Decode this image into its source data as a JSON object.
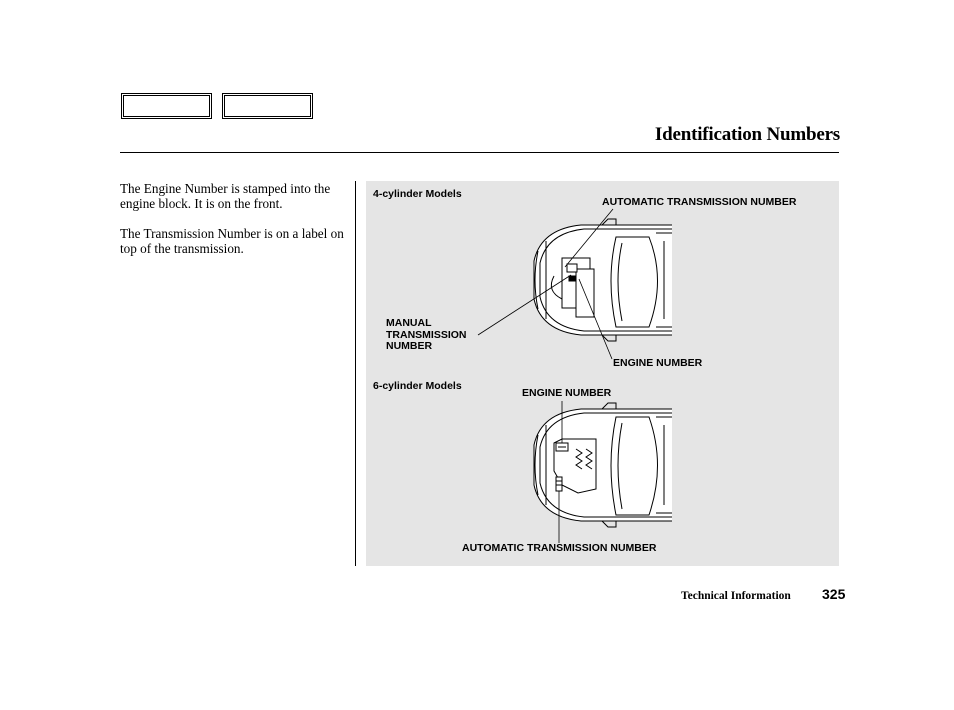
{
  "header": {
    "title": "Identification Numbers"
  },
  "body": {
    "paragraphs": [
      "The Engine Number is stamped into the engine block. It is on the front.",
      "The Transmission Number is on a label on top of the transmission."
    ]
  },
  "figure": {
    "top_diagram": {
      "heading": "4-cylinder Models",
      "label_auto_trans": "AUTOMATIC TRANSMISSION NUMBER",
      "label_manual_trans": [
        "MANUAL",
        "TRANSMISSION",
        "NUMBER"
      ],
      "label_engine": "ENGINE NUMBER"
    },
    "bottom_diagram": {
      "heading": "6-cylinder Models",
      "label_engine": "ENGINE NUMBER",
      "label_auto_trans": "AUTOMATIC TRANSMISSION NUMBER"
    },
    "background": "#e5e5e5"
  },
  "footer": {
    "section": "Technical Information",
    "page_number": "325"
  }
}
